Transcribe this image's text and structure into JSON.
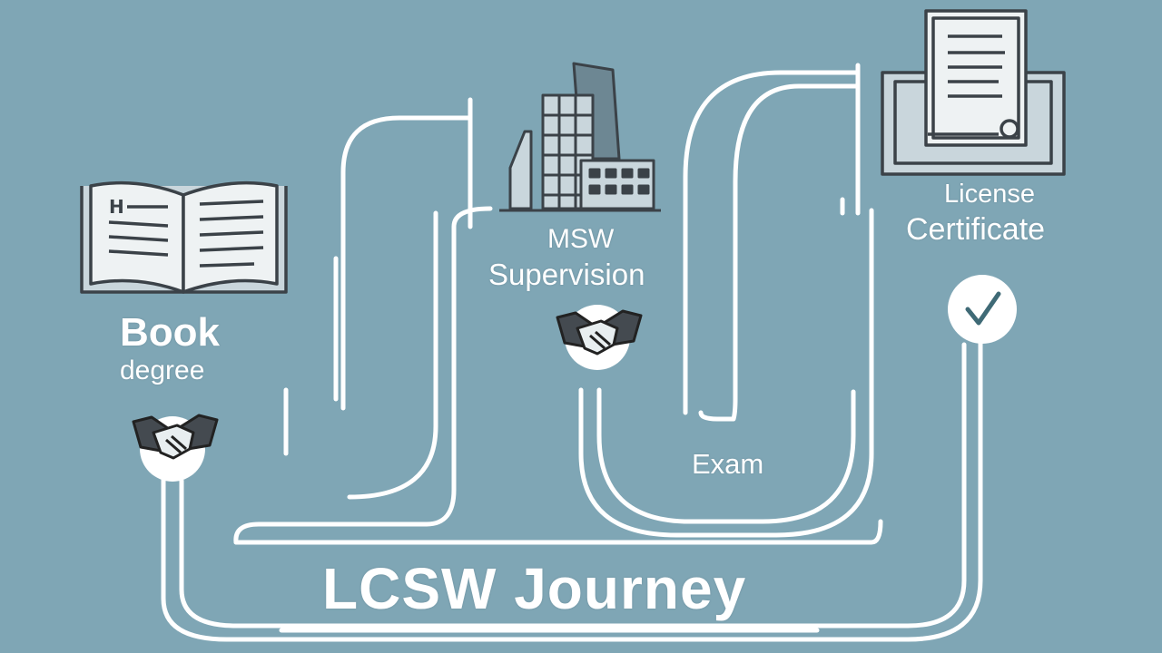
{
  "colors": {
    "background": "#7fa6b5",
    "path": "#ffffff",
    "icon_stroke": "#3b4248",
    "icon_fill_light": "#c9d6dc"
  },
  "title": "LCSW Journey",
  "stages": {
    "book": {
      "title": "Book",
      "subtitle": "degree",
      "icon": "open-book-icon",
      "marker_icon": "handshake-icon"
    },
    "msw": {
      "title": "MSW",
      "subtitle": "Supervision",
      "icon": "office-building-icon",
      "marker_icon": "handshake-icon"
    },
    "exam": {
      "title": "Exam"
    },
    "license": {
      "title": "License",
      "subtitle": "Certificate",
      "icon": "framed-certificate-icon",
      "marker_icon": "checkmark-icon"
    }
  }
}
